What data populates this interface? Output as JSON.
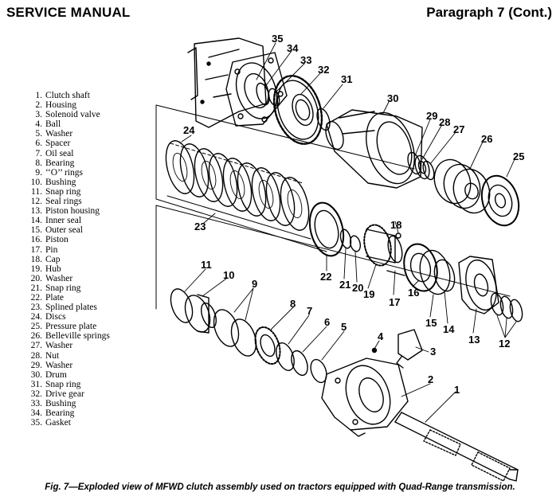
{
  "header": {
    "left_title": "SERVICE MANUAL",
    "right_title": "Paragraph 7 (Cont.)"
  },
  "legend": [
    {
      "num": "1.",
      "label": "Clutch shaft"
    },
    {
      "num": "2.",
      "label": "Housing"
    },
    {
      "num": "3.",
      "label": "Solenoid valve"
    },
    {
      "num": "4.",
      "label": "Ball"
    },
    {
      "num": "5.",
      "label": "Washer"
    },
    {
      "num": "6.",
      "label": "Spacer"
    },
    {
      "num": "7.",
      "label": "Oil seal"
    },
    {
      "num": "8.",
      "label": "Bearing"
    },
    {
      "num": "9.",
      "label": "‘‘O’’ rings"
    },
    {
      "num": "10.",
      "label": "Bushing"
    },
    {
      "num": "11.",
      "label": "Snap ring"
    },
    {
      "num": "12.",
      "label": "Seal rings"
    },
    {
      "num": "13.",
      "label": "Piston housing"
    },
    {
      "num": "14.",
      "label": "Inner seal"
    },
    {
      "num": "15.",
      "label": "Outer seal"
    },
    {
      "num": "16.",
      "label": "Piston"
    },
    {
      "num": "17.",
      "label": "Pin"
    },
    {
      "num": "18.",
      "label": "Cap"
    },
    {
      "num": "19.",
      "label": "Hub"
    },
    {
      "num": "20.",
      "label": "Washer"
    },
    {
      "num": "21.",
      "label": "Snap ring"
    },
    {
      "num": "22.",
      "label": "Plate"
    },
    {
      "num": "23.",
      "label": "Splined plates"
    },
    {
      "num": "24.",
      "label": "Discs"
    },
    {
      "num": "25.",
      "label": "Pressure plate"
    },
    {
      "num": "26.",
      "label": "Belleville springs"
    },
    {
      "num": "27.",
      "label": "Washer"
    },
    {
      "num": "28.",
      "label": "Nut"
    },
    {
      "num": "29.",
      "label": "Washer"
    },
    {
      "num": "30.",
      "label": "Drum"
    },
    {
      "num": "31.",
      "label": "Snap ring"
    },
    {
      "num": "32.",
      "label": "Drive gear"
    },
    {
      "num": "33.",
      "label": "Bushing"
    },
    {
      "num": "34.",
      "label": "Bearing"
    },
    {
      "num": "35.",
      "label": "Gasket"
    }
  ],
  "callouts": [
    "35",
    "34",
    "33",
    "32",
    "31",
    "30",
    "29",
    "28",
    "27",
    "26",
    "25",
    "24",
    "23",
    "22",
    "21",
    "20",
    "19",
    "18",
    "17",
    "16",
    "15",
    "14",
    "13",
    "12",
    "11",
    "10",
    "9",
    "8",
    "7",
    "6",
    "5",
    "4",
    "3",
    "2",
    "1"
  ],
  "caption": "Fig. 7—Exploded view of MFWD clutch assembly used on tractors equipped with Quad-Range transmission."
}
